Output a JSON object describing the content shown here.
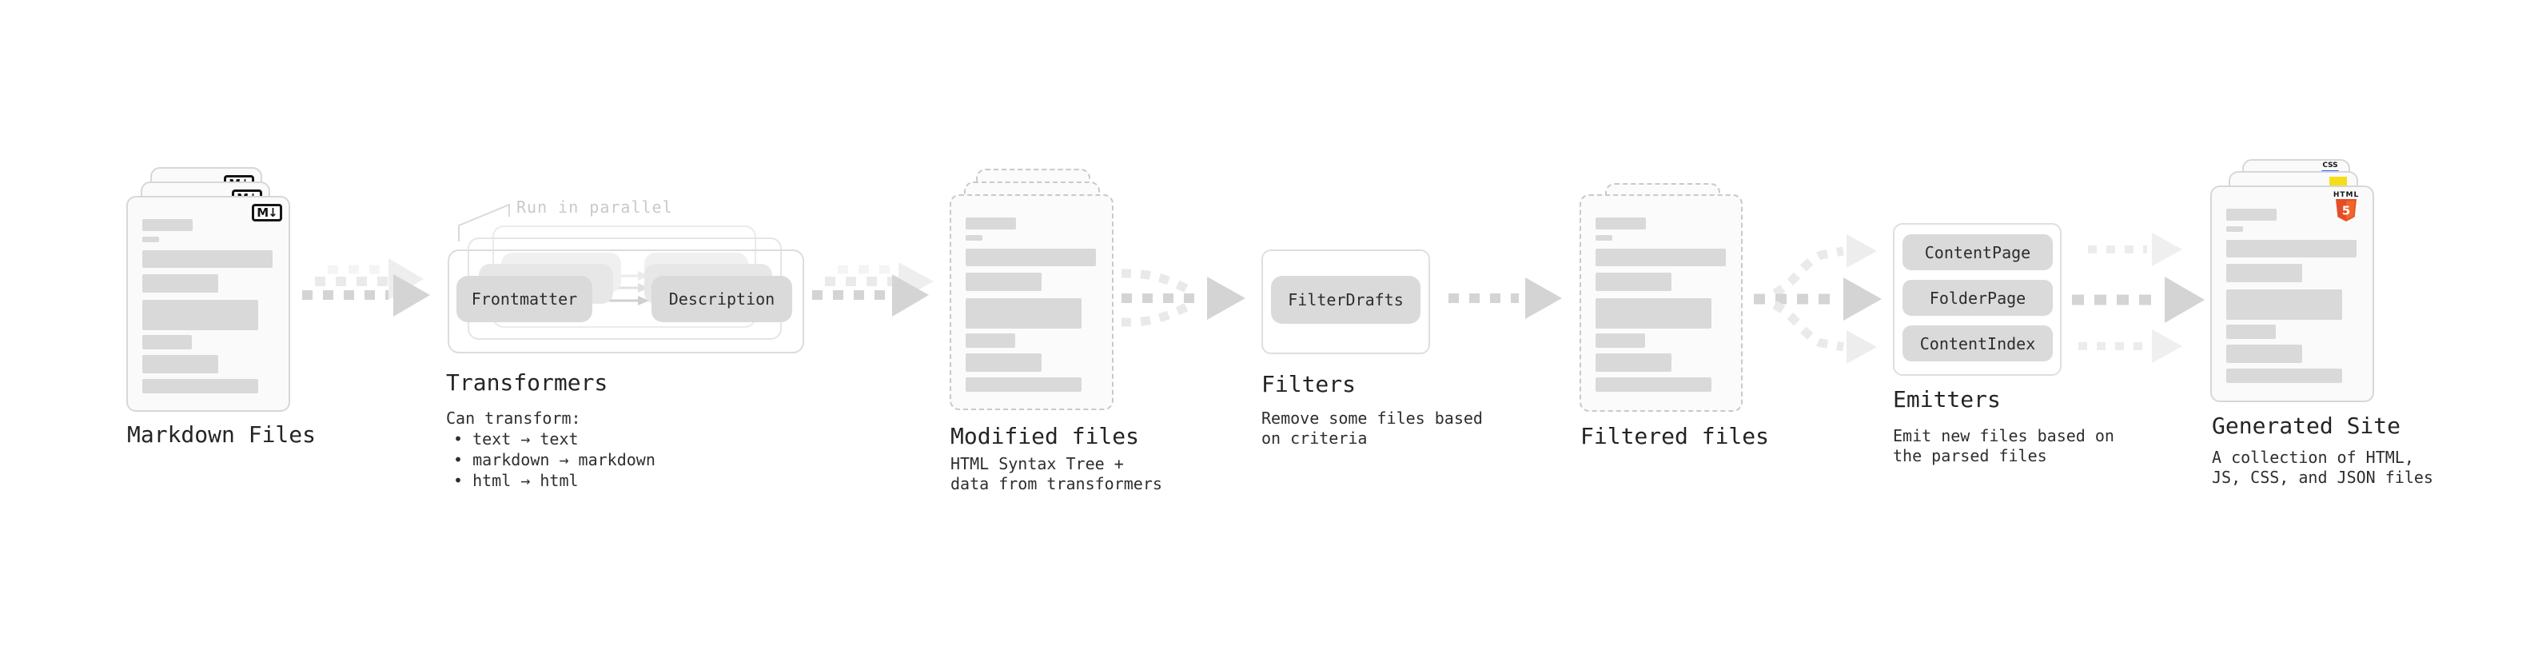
{
  "stages": {
    "markdown": {
      "label": "Markdown Files",
      "badge": "M↓"
    },
    "transformers": {
      "label": "Transformers",
      "annotation": "Run in parallel",
      "chip_source": "Frontmatter",
      "chip_target": "Description",
      "caption_title": "Can transform:",
      "bullets": [
        "• text → text",
        "• markdown → markdown",
        "• html → html"
      ]
    },
    "modified": {
      "label": "Modified files",
      "caption": [
        "HTML Syntax Tree +",
        "data from transformers"
      ]
    },
    "filters": {
      "label": "Filters",
      "chip": "FilterDrafts",
      "caption": [
        "Remove some files based",
        "on criteria"
      ]
    },
    "filtered": {
      "label": "Filtered files"
    },
    "emitters": {
      "label": "Emitters",
      "chips": [
        "ContentPage",
        "FolderPage",
        "ContentIndex"
      ],
      "caption": [
        "Emit new files based on",
        "the parsed files"
      ]
    },
    "generated": {
      "label": "Generated Site",
      "caption": [
        "A collection of HTML,",
        "JS, CSS, and JSON files"
      ],
      "badges": {
        "css": "CSS",
        "html": "HTML",
        "html_digit": "5"
      }
    }
  },
  "colors": {
    "html5_orange": "#e44d26",
    "html5_orange_light": "#f16529",
    "js_yellow": "#f5de19",
    "css_blue": "#2965f1",
    "placeholder_gray": "#d9d9d9",
    "arrow_gray": "#d4d4d4",
    "arrow_light_gray": "#ececec"
  }
}
